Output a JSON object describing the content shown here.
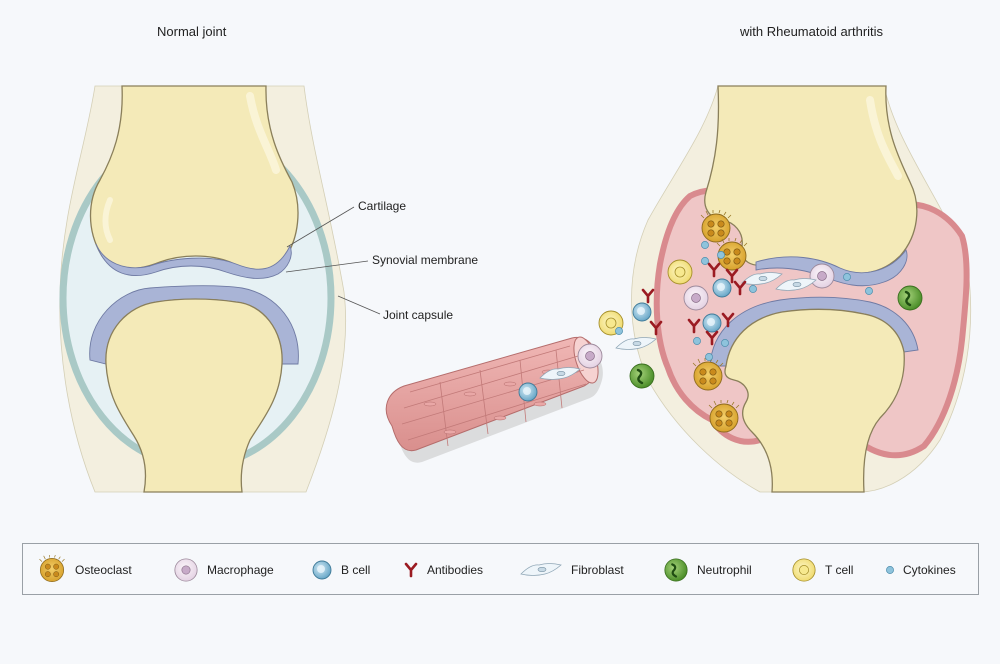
{
  "titles": {
    "normal": "Normal joint",
    "ra": "with Rheumatoid arthritis"
  },
  "labels": {
    "cartilage": "Cartilage",
    "synovial_membrane": "Synovial membrane",
    "joint_capsule": "Joint capsule"
  },
  "legend": [
    {
      "name": "osteoclast",
      "label": "Osteoclast",
      "icon": "osteoclast-icon"
    },
    {
      "name": "macrophage",
      "label": "Macrophage",
      "icon": "macrophage-icon"
    },
    {
      "name": "b-cell",
      "label": "B cell",
      "icon": "b-cell-icon"
    },
    {
      "name": "antibodies",
      "label": "Antibodies",
      "icon": "antibody-icon"
    },
    {
      "name": "fibroblast",
      "label": "Fibroblast",
      "icon": "fibroblast-icon"
    },
    {
      "name": "neutrophil",
      "label": "Neutrophil",
      "icon": "neutrophil-icon"
    },
    {
      "name": "t-cell",
      "label": "T cell",
      "icon": "t-cell-icon"
    },
    {
      "name": "cytokines",
      "label": "Cytokines",
      "icon": "cytokine-icon"
    }
  ],
  "colors": {
    "bone": "#f4eab8",
    "bone_outline": "#8a7f5a",
    "soft_tissue": "#f3efdf",
    "cartilage": "#a9b4d6",
    "synovial_fluid": "#e6f1f4",
    "capsule": "#a9c9c6",
    "inflamed_tissue": "#efc6c6",
    "inflamed_border": "#d98a8e",
    "osteoclast": "#e2b33c",
    "macrophage": "#efe3ee",
    "b_cell": "#7fb8d4",
    "antibody": "#9b1b22",
    "fibroblast": "#e8f1f7",
    "neutrophil": "#6fae3e",
    "t_cell": "#f5e27a",
    "cytokine": "#8ec3dc"
  }
}
